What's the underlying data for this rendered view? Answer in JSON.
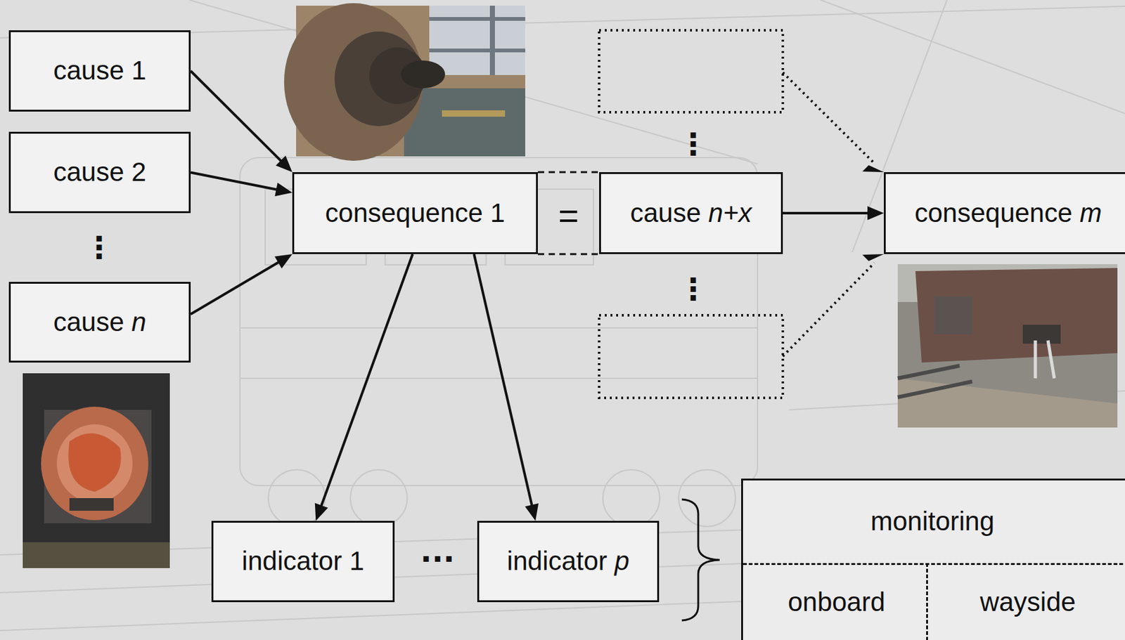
{
  "diagram": {
    "nodes": [
      {
        "text": [
          "cause 1"
        ]
      },
      {
        "text": [
          "cause 2"
        ]
      },
      {
        "text": [
          "cause n"
        ]
      },
      {
        "text": [
          "consequence 1"
        ]
      },
      {
        "text": [
          "cause n+x"
        ]
      },
      {
        "text": [
          "consequence m"
        ]
      },
      {
        "text": [
          "indicator 1"
        ]
      },
      {
        "text": [
          "indicator p"
        ]
      },
      {
        "text": [
          "monitoring",
          "onboard",
          "wayside"
        ]
      }
    ],
    "edges": [
      {
        "from": 0,
        "to": 3,
        "arrow": "to"
      },
      {
        "from": 1,
        "to": 3,
        "arrow": "to"
      },
      {
        "from": 2,
        "to": 3,
        "arrow": "to"
      },
      {
        "from": 3,
        "to": 4,
        "arrow": "none",
        "label": "="
      },
      {
        "from": 3,
        "to": 6,
        "arrow": "to"
      },
      {
        "from": 3,
        "to": 7,
        "arrow": "to"
      },
      {
        "from": 4,
        "to": 5,
        "arrow": "to"
      }
    ],
    "labels": [
      "⋮",
      "⋮",
      "⋮",
      "···"
    ]
  }
}
